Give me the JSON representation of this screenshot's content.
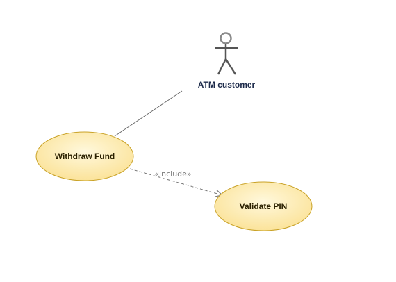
{
  "diagram": {
    "actor": {
      "label": "ATM customer",
      "icon": "stick-figure-icon"
    },
    "use_cases": [
      {
        "label": "Withdraw Fund"
      },
      {
        "label": "Validate PIN"
      }
    ],
    "relationships": [
      {
        "type": "association",
        "from": "ATM customer",
        "to": "Withdraw Fund"
      },
      {
        "type": "include",
        "from": "Withdraw Fund",
        "to": "Validate PIN",
        "label": "«include»"
      }
    ],
    "colors": {
      "use_case_fill": "#fbe9a0",
      "use_case_fill_light": "#fff8dc",
      "use_case_stroke": "#c9a227",
      "actor_stroke": "#555555",
      "actor_head_stroke": "#888888",
      "line": "#666666",
      "dashed_line": "#777777"
    }
  }
}
